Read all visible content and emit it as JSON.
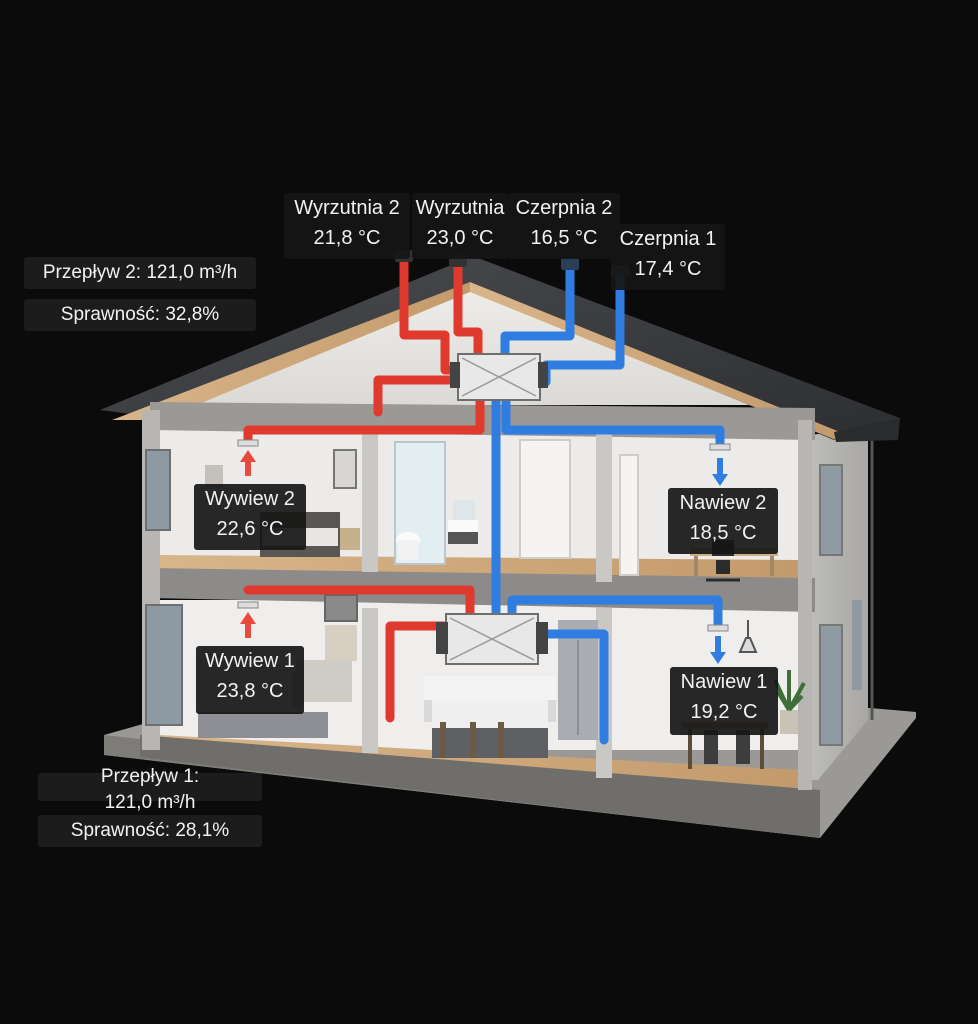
{
  "colors": {
    "background": "#0b0b0b",
    "warm_duct": "#e53a2f",
    "cold_duct": "#2f7de0",
    "roof": "#3d3f42",
    "wall": "#e9e8e6",
    "floor_wood": "#caa57b",
    "label_bg": "#161616",
    "label_text": "#f2f2f2"
  },
  "terminals": {
    "wyrzutnia2": {
      "name": "Wyrzutnia 2",
      "temp": "21,8 °C"
    },
    "wyrzutnia1": {
      "name": "Wyrzutnia",
      "temp": "23,0 °C"
    },
    "czerpnia2": {
      "name": "Czerpnia 2",
      "temp": "16,5 °C"
    },
    "czerpnia1": {
      "name": "Czerpnia 1",
      "temp": "17,4 °C"
    }
  },
  "rooms": {
    "wywiew2": {
      "name": "Wywiew 2",
      "temp": "22,6 °C"
    },
    "nawiew2": {
      "name": "Nawiew 2",
      "temp": "18,5 °C"
    },
    "wywiew1": {
      "name": "Wywiew 1",
      "temp": "23,8 °C"
    },
    "nawiew1": {
      "name": "Nawiew 1",
      "temp": "19,2 °C"
    }
  },
  "stats": {
    "unit2": {
      "flow": "Przepływ 2: 121,0 m³/h",
      "efficiency": "Sprawność: 32,8%"
    },
    "unit1": {
      "flow_line1": "Przepływ 1:",
      "flow_line2": "121,0 m³/h",
      "efficiency": "Sprawność: 28,1%"
    }
  }
}
